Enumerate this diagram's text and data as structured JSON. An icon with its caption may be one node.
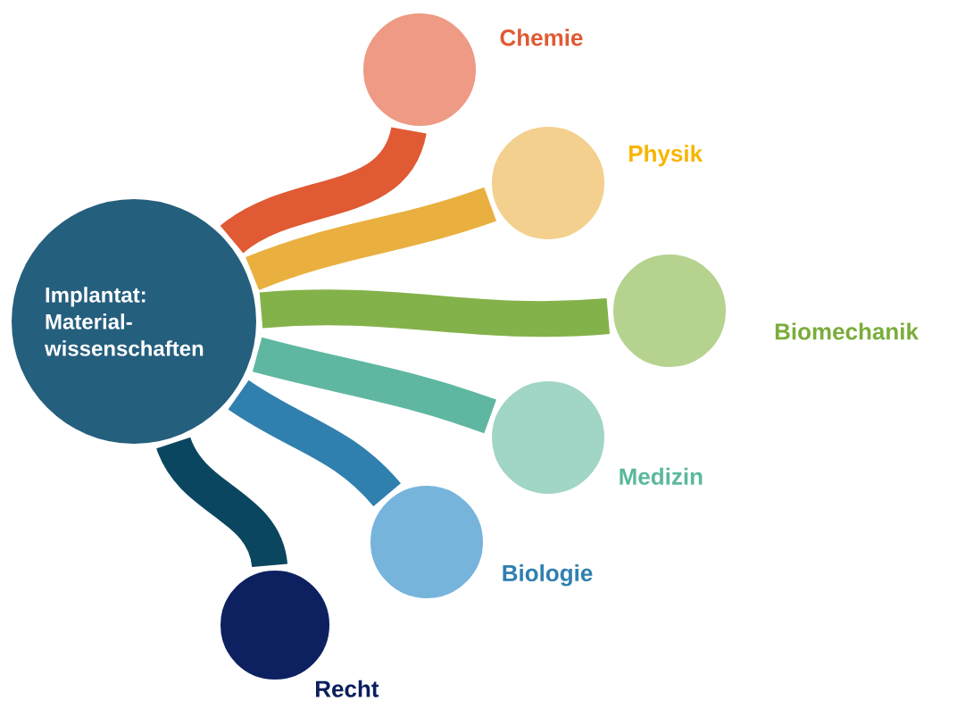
{
  "diagram": {
    "nodes": [
      {
        "text": [
          "Implantat: Material-wissenschaften"
        ]
      },
      {
        "text": [
          "Chemie"
        ]
      },
      {
        "text": [
          "Physik"
        ]
      },
      {
        "text": [
          "Biomechanik"
        ]
      },
      {
        "text": [
          "Medizin"
        ]
      },
      {
        "text": [
          "Biologie"
        ]
      },
      {
        "text": [
          "Recht"
        ]
      }
    ],
    "edges": [
      {
        "from": 0,
        "to": 1,
        "arrow": "none",
        "color": "#e05a33"
      },
      {
        "from": 0,
        "to": 2,
        "arrow": "none",
        "color": "#e9b040"
      },
      {
        "from": 0,
        "to": 3,
        "arrow": "none",
        "color": "#84b24a"
      },
      {
        "from": 0,
        "to": 4,
        "arrow": "none",
        "color": "#5fb7a1"
      },
      {
        "from": 0,
        "to": 5,
        "arrow": "none",
        "color": "#2f80ae"
      },
      {
        "from": 0,
        "to": 6,
        "arrow": "none",
        "color": "#0b4660"
      }
    ]
  }
}
